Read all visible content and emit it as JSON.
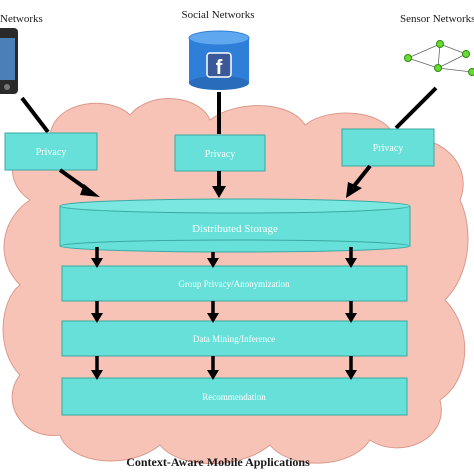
{
  "sources": {
    "mobile_label": "Networks",
    "social_label": "Social Networks",
    "sensor_label": "Sensor Networks"
  },
  "privacy": [
    "Privacy",
    "Privacy",
    "Privacy"
  ],
  "storage_label": "Distributed Storage",
  "layers": [
    "Group Privacy/Anonymization",
    "Data Mining/Inference",
    "Recommendation"
  ],
  "footer": "Context-Aware Mobile Applications",
  "social_icon_letter": "f",
  "colors": {
    "box_fill": "#66e0d8",
    "box_stroke": "#3aa9a3",
    "cloud": "#f8c3b7",
    "cloud_stroke": "#d99a8c",
    "arrow": "#000000",
    "facebook": "#3b5998",
    "sensor_node": "#66dd33"
  }
}
